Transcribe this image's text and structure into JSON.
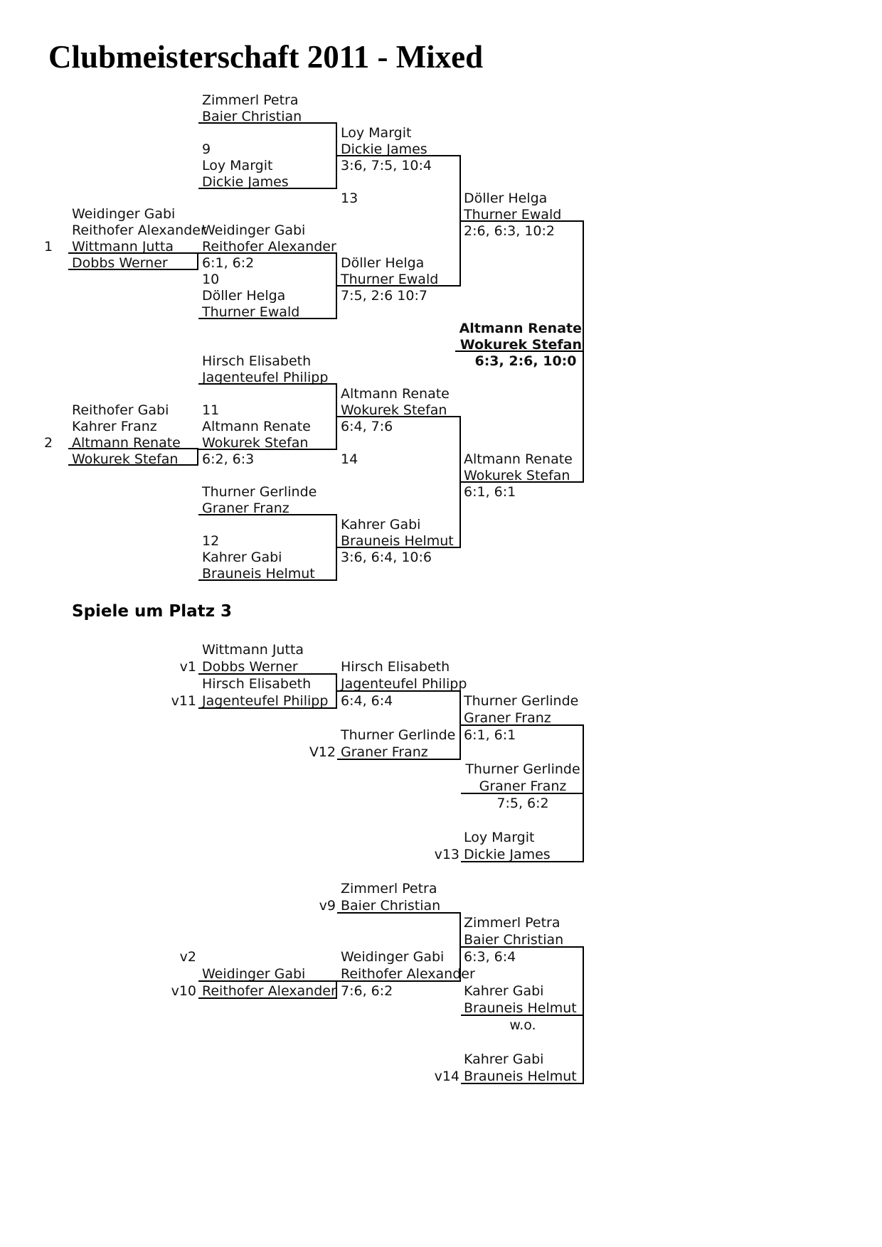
{
  "title": "Clubmeisterschaft 2011 - Mixed",
  "section_third_place": "Spiele um Platz 3",
  "main": {
    "seed1": "1",
    "seed2": "2",
    "r1a": [
      "Weidinger Gabi",
      "Reithofer Alexander",
      "Wittmann Jutta",
      "Dobbs Werner"
    ],
    "r1b": [
      "Reithofer Gabi",
      "Kahrer Franz",
      "Altmann Renate",
      "Wokurek Stefan"
    ],
    "m9": {
      "top": [
        "Zimmerl Petra",
        "Baier Christian"
      ],
      "num": "9",
      "bottom": [
        "Loy Margit",
        "Dickie James"
      ]
    },
    "m10": {
      "top": [
        "Weidinger Gabi",
        "Reithofer Alexander"
      ],
      "score": "6:1, 6:2",
      "num": "10",
      "bottom": [
        "Döller Helga",
        "Thurner Ewald"
      ]
    },
    "m11": {
      "top": [
        "Hirsch Elisabeth",
        "Jagenteufel Philipp"
      ],
      "num": "11",
      "bottom": [
        "Altmann Renate",
        "Wokurek Stefan"
      ],
      "score_r1": "6:2, 6:3"
    },
    "m12": {
      "top": [
        "Thurner Gerlinde",
        "Graner Franz"
      ],
      "num": "12",
      "bottom": [
        "Kahrer Gabi",
        "Brauneis Helmut"
      ]
    },
    "w9": {
      "names": [
        "Loy Margit",
        "Dickie James"
      ],
      "score": "3:6, 7:5, 10:4"
    },
    "num13": "13",
    "w10": {
      "names": [
        "Döller Helga",
        "Thurner Ewald"
      ],
      "score": "7:5, 2:6 10:7"
    },
    "w11": {
      "names": [
        "Altmann Renate",
        "Wokurek Stefan"
      ],
      "score": "6:4, 7:6"
    },
    "num14": "14",
    "w12": {
      "names": [
        "Kahrer Gabi",
        "Brauneis Helmut"
      ],
      "score": "3:6, 6:4, 10:6"
    },
    "w13": {
      "names": [
        "Döller Helga",
        "Thurner Ewald"
      ],
      "score": "2:6, 6:3, 10:2"
    },
    "w14": {
      "names": [
        "Altmann Renate",
        "Wokurek Stefan"
      ],
      "score": "6:1, 6:1"
    },
    "champion": {
      "names": [
        "Altmann Renate",
        "Wokurek Stefan"
      ],
      "score": "6:3, 2:6, 10:0"
    }
  },
  "third_a": {
    "v1": "v1",
    "p1": [
      "Wittmann Jutta",
      "Dobbs Werner"
    ],
    "v11": "v11",
    "p2": [
      "Hirsch Elisabeth",
      "Jagenteufel Philipp"
    ],
    "w1": {
      "names": [
        "Hirsch Elisabeth",
        "Jagenteufel Philipp"
      ],
      "score": "6:4, 6:4"
    },
    "v12": "V12",
    "p3": [
      "Thurner Gerlinde",
      "Graner Franz"
    ],
    "w2": {
      "names": [
        "Thurner Gerlinde",
        "Graner Franz"
      ],
      "score": "6:1, 6:1"
    },
    "final": {
      "names": [
        "Thurner Gerlinde",
        "Graner Franz"
      ],
      "score": "7:5, 6:2"
    },
    "v13": "v13",
    "p4": [
      "Loy Margit",
      "Dickie James"
    ]
  },
  "third_b": {
    "v9": "v9",
    "p1": [
      "Zimmerl Petra",
      "Baier Christian"
    ],
    "v2": "v2",
    "v10": "v10",
    "p2": [
      "Weidinger Gabi",
      "Reithofer Alexander"
    ],
    "w1": {
      "names": [
        "Weidinger Gabi",
        "Reithofer Alexander"
      ],
      "score": "7:6, 6:2"
    },
    "w2": {
      "names": [
        "Zimmerl Petra",
        "Baier Christian"
      ],
      "score": "6:3, 6:4"
    },
    "final": {
      "names": [
        "Kahrer Gabi",
        "Brauneis Helmut"
      ],
      "score": "w.o."
    },
    "v14": "v14",
    "p4": [
      "Kahrer Gabi",
      "Brauneis Helmut"
    ]
  }
}
